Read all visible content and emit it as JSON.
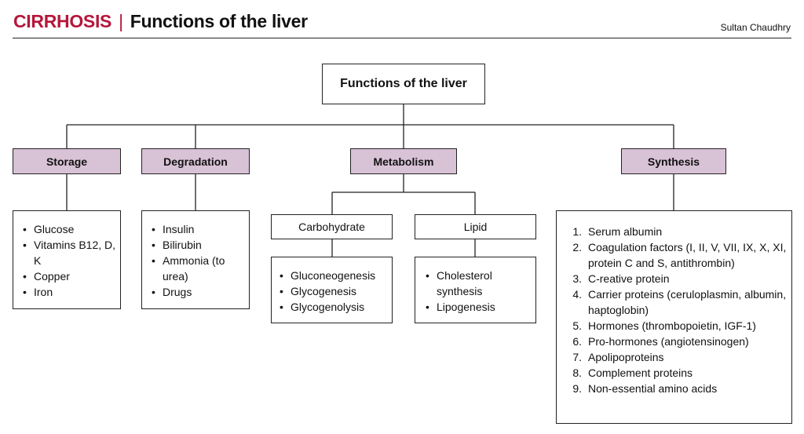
{
  "header": {
    "topic": "CIRRHOSIS",
    "separator": "|",
    "title": "Functions of the liver",
    "author": "Sultan Chaudhry"
  },
  "diagram": {
    "root": "Functions of the liver",
    "categories": {
      "storage": {
        "label": "Storage",
        "items": [
          "Glucose",
          "Vitamins B12, D, K",
          "Copper",
          "Iron"
        ]
      },
      "degradation": {
        "label": "Degradation",
        "items": [
          "Insulin",
          "Bilirubin",
          "Ammonia (to urea)",
          "Drugs"
        ]
      },
      "metabolism": {
        "label": "Metabolism",
        "carbohydrate": {
          "label": "Carbohydrate",
          "items": [
            "Gluconeogenesis",
            "Glycogenesis",
            "Glycogenolysis"
          ]
        },
        "lipid": {
          "label": "Lipid",
          "items": [
            "Cholesterol synthesis",
            "Lipogenesis"
          ]
        }
      },
      "synthesis": {
        "label": "Synthesis",
        "items": [
          "Serum albumin",
          "Coagulation factors (I, II, V, VII, IX, X, XI, protein C and S, antithrombin)",
          "C-reative protein",
          "Carrier proteins (ceruloplasmin, albumin, haptoglobin)",
          "Hormones (thrombopoietin, IGF-1)",
          "Pro-hormones (angiotensinogen)",
          "Apolipoproteins",
          "Complement proteins",
          "Non-essential amino acids"
        ]
      }
    },
    "colors": {
      "topic": "#b5173b",
      "category_fill": "#d8c2d6",
      "line": "#222222"
    }
  }
}
